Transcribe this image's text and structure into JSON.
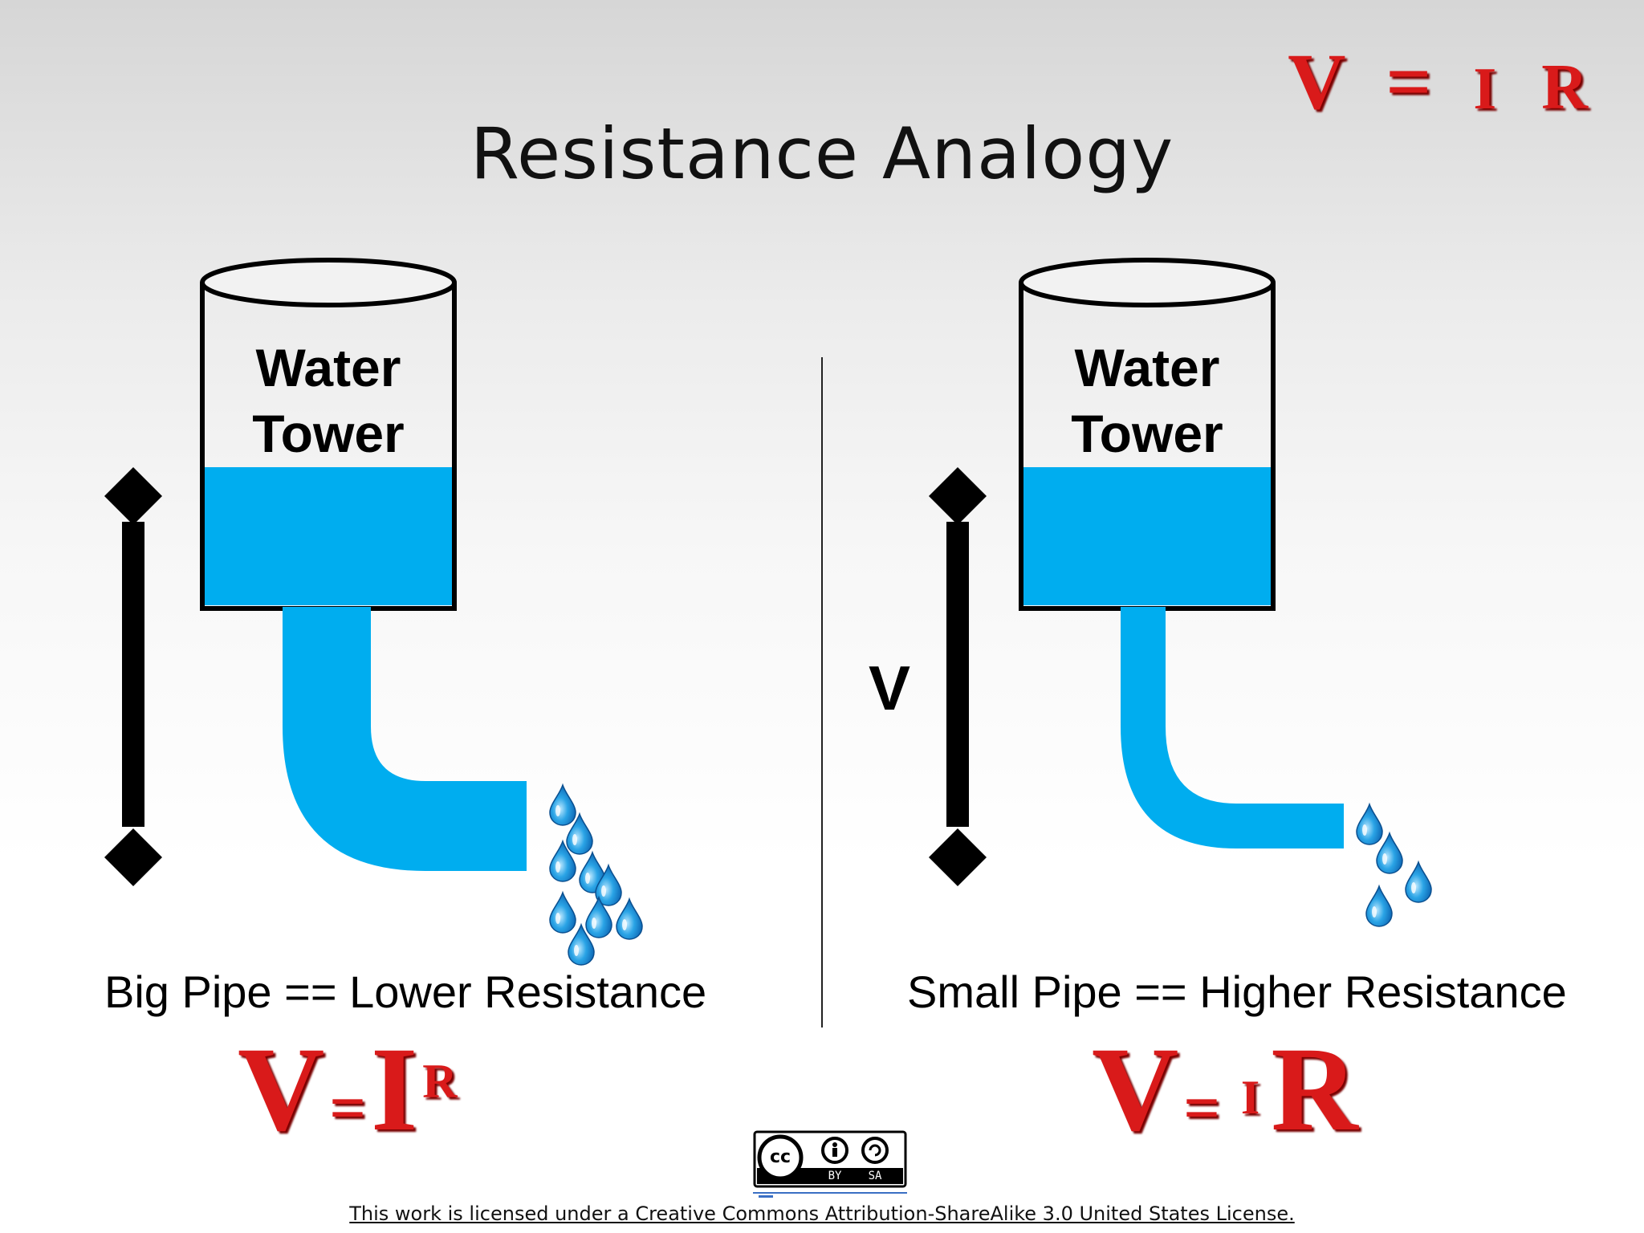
{
  "title": "Resistance Analogy",
  "top_formula": {
    "v": "V",
    "eq": "=",
    "i": "I",
    "r": "R"
  },
  "left_panel": {
    "tower_line1": "Water",
    "tower_line2": "Tower",
    "caption": "Big Pipe == Lower Resistance",
    "formula": {
      "v": "V",
      "eq": "=",
      "i": "I",
      "r": "R"
    }
  },
  "right_panel": {
    "tower_line1": "Water",
    "tower_line2": "Tower",
    "voltage_label": "V",
    "caption": "Small Pipe == Higher Resistance",
    "formula": {
      "v": "V",
      "eq": "=",
      "i": "I",
      "r": "R"
    }
  },
  "license_badge": {
    "cc": "cc",
    "by": "BY",
    "sa": "SA"
  },
  "license_text": "This work is licensed under a Creative Commons Attribution-ShareAlike 3.0 United States License.",
  "colors": {
    "water": "#00adef",
    "formula_red": "#d91a1a",
    "text": "#000000"
  }
}
